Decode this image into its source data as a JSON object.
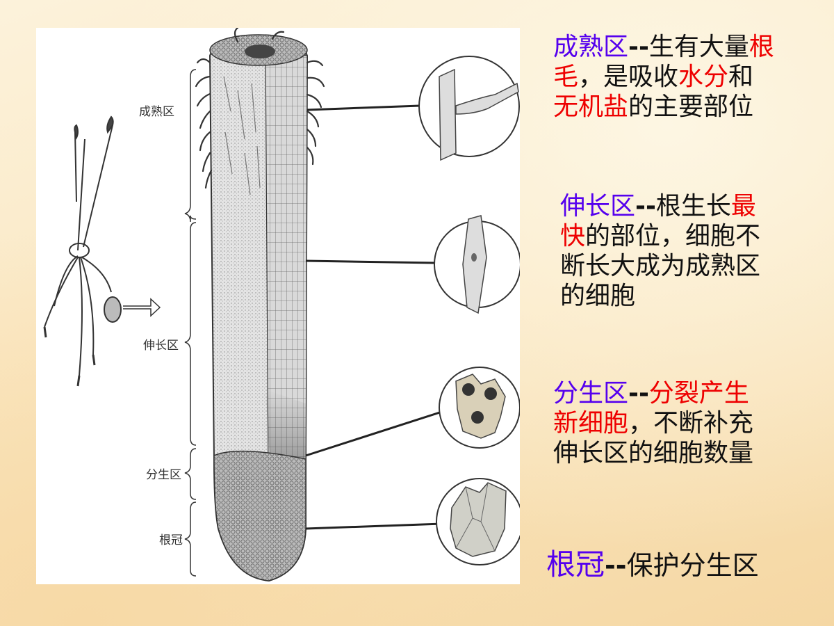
{
  "figure": {
    "labels": {
      "maturation": "成熟区",
      "elongation": "伸长区",
      "meristem": "分生区",
      "cap": "根冠"
    }
  },
  "text": {
    "maturation": {
      "term": "成熟区",
      "dash": "--",
      "l1_a": "生有大量",
      "l1_b": "根",
      "l2_a": "毛",
      "l2_b": "，是吸收",
      "l2_c": "水分",
      "l2_d": "和",
      "l3_a": "无机盐",
      "l3_b": "的主要部位"
    },
    "elongation": {
      "term": "伸长区",
      "dash": "--",
      "l1_a": "根生长",
      "l1_b": "最",
      "l2_a": "快",
      "l2_b": "的部位，细胞不",
      "l3": "断长大成为成熟区",
      "l4": "的细胞"
    },
    "meristem": {
      "term": "分生区",
      "dash": "--",
      "l1_a": "分裂产生",
      "l2_a": "新细胞",
      "l2_b": "，不断补充",
      "l3": "伸长区的细胞数量"
    },
    "cap": {
      "term": "根冠",
      "dash": "--",
      "rest": "保护分生区"
    }
  },
  "colors": {
    "term": "#5500ee",
    "highlight": "#ee0000",
    "body": "#111111"
  }
}
